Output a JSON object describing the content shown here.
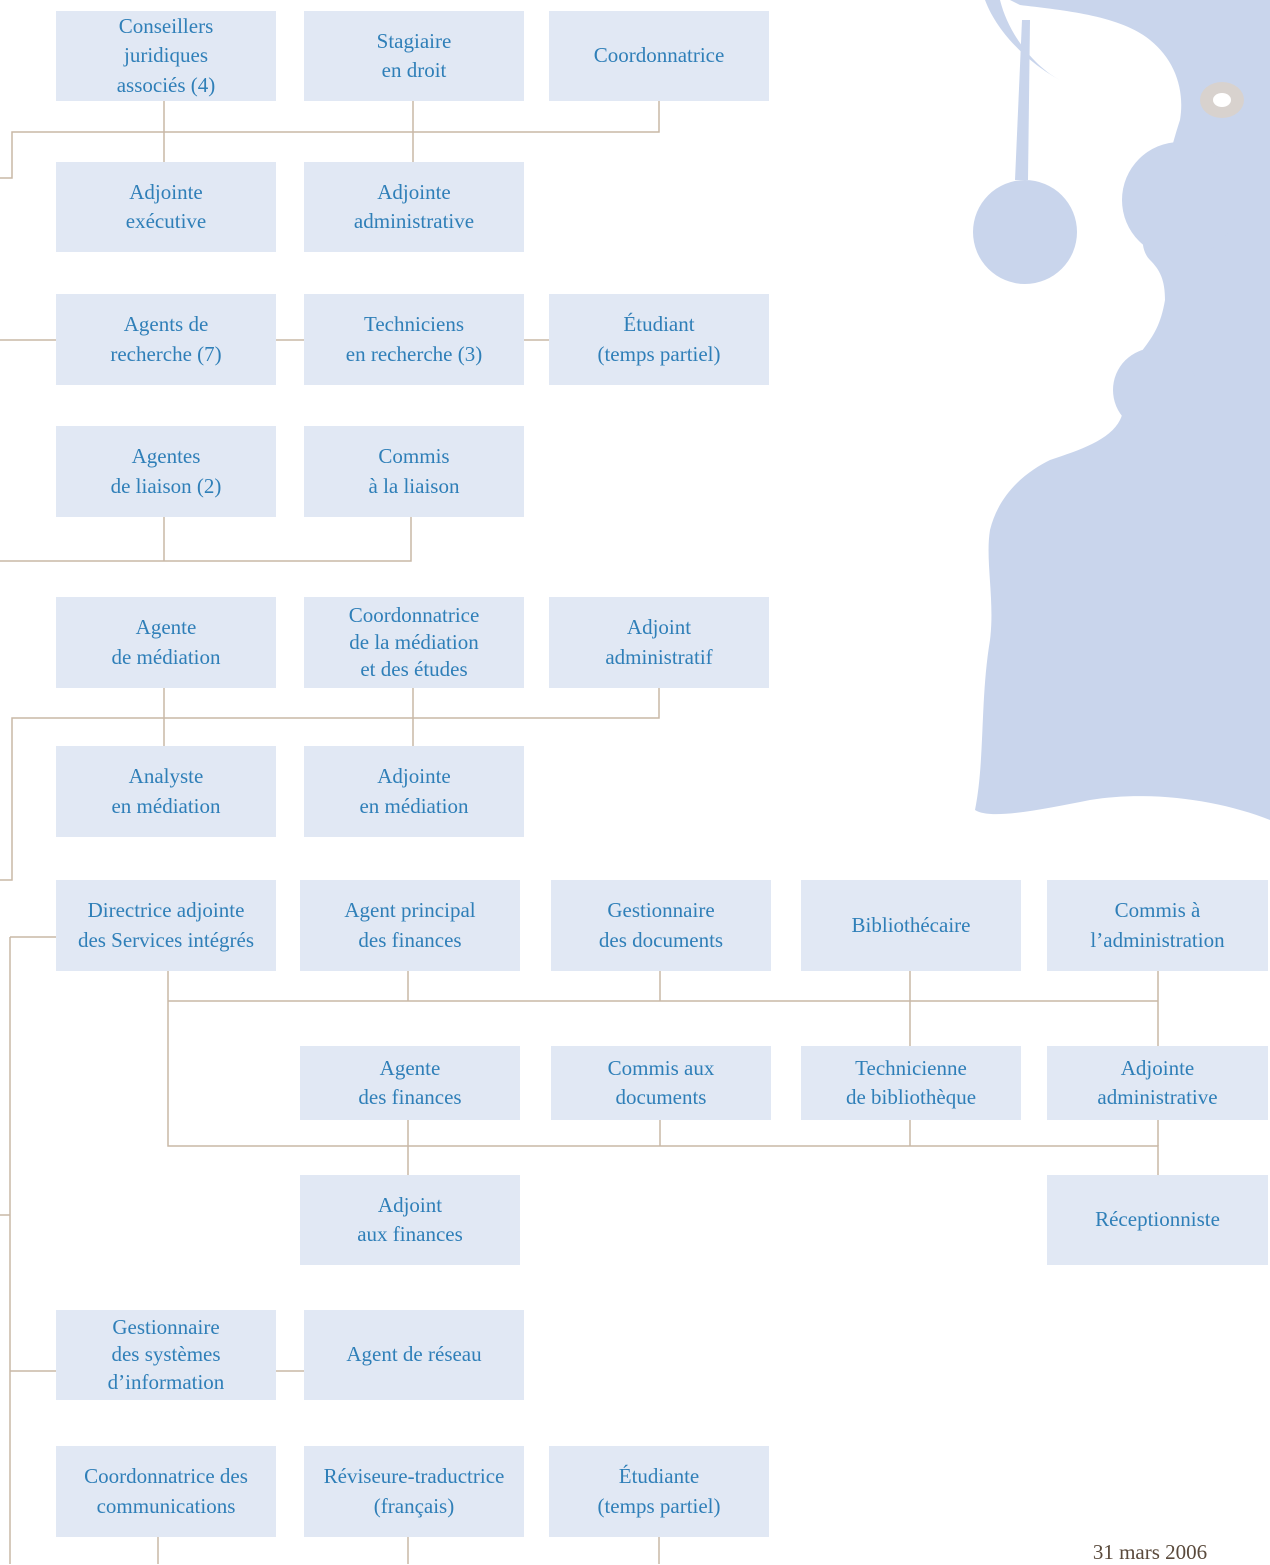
{
  "boxes": {
    "conseillers_juridiques": "Conseillers\njuridiques\nassociés (4)",
    "stagiaire_droit": "Stagiaire\nen droit",
    "coordonnatrice": "Coordonnatrice",
    "adjointe_executive": "Adjointe\nexécutive",
    "adjointe_administrative_1": "Adjointe\nadministrative",
    "agents_recherche": "Agents de\nrecherche (7)",
    "techniciens_recherche": "Techniciens\nen recherche (3)",
    "etudiant_temps_partiel": "Étudiant\n(temps partiel)",
    "agentes_liaison": "Agentes\nde liaison (2)",
    "commis_liaison": "Commis\nà la liaison",
    "agente_mediation": "Agente\nde médiation",
    "coord_mediation_etudes": "Coordonnatrice\nde la médiation\net des études",
    "adjoint_administratif": "Adjoint\nadministratif",
    "analyste_mediation": "Analyste\nen médiation",
    "adjointe_mediation": "Adjointe\nen médiation",
    "directrice_adjointe": "Directrice adjointe\ndes Services intégrés",
    "agent_principal_finances": "Agent principal\ndes finances",
    "gestionnaire_documents": "Gestionnaire\ndes documents",
    "bibliothecaire": "Bibliothécaire",
    "commis_administration": "Commis à\nl’administration",
    "agente_finances": "Agente\ndes finances",
    "commis_documents": "Commis aux\ndocuments",
    "technicienne_bibliotheque": "Technicienne\nde bibliothèque",
    "adjointe_administrative_2": "Adjointe\nadministrative",
    "adjoint_finances": "Adjoint\naux finances",
    "receptionniste": "Réceptionniste",
    "gestionnaire_systemes": "Gestionnaire\ndes systèmes\nd’information",
    "agent_reseau": "Agent de réseau",
    "coord_communications": "Coordonnatrice des\ncommunications",
    "reviseure_traductrice": "Réviseure-traductrice\n(français)",
    "etudiante_temps_partiel": "Étudiante\n(temps partiel)"
  },
  "date": "31 mars 2006",
  "colors": {
    "box_fill": "#e1e8f4",
    "box_text": "#2f7fb8",
    "connector": "#c9b8a6",
    "decor": "#c9d5ec"
  }
}
